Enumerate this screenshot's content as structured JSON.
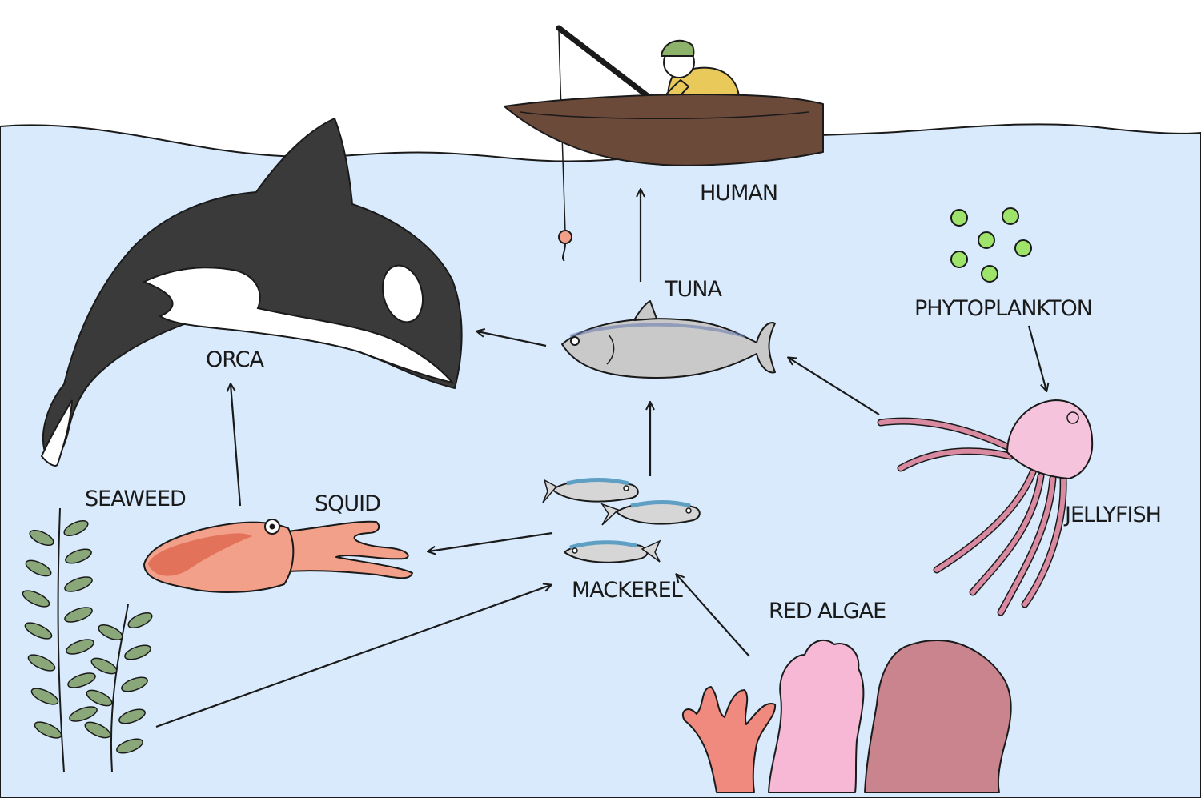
{
  "labels": {
    "human": "HUMAN",
    "tuna": "TUNA",
    "orca": "ORCA",
    "phytoplankton": "PHYTOPLANKTON",
    "seaweed": "SEAWEED",
    "squid": "SQUID",
    "mackerel": "MACKEREL",
    "jellyfish": "JELLYFISH",
    "red_algae": "RED ALGAE"
  },
  "colors": {
    "sea": "#d8eafb",
    "sky": "#ffffff",
    "outline": "#1a1a1a",
    "orca_black": "#3a3a3a",
    "boat": "#6b4a3a",
    "shirt": "#e9c95a",
    "hat": "#8db36a",
    "pants": "#5a6a9a",
    "tuna": "#c9c9c9",
    "mackerel_stripe": "#5f9fc4",
    "squid": "#f2a08a",
    "squid_dark": "#e06a52",
    "jellyfish": "#f5c4dc",
    "jelly_tentacle": "#d98aa0",
    "plankton": "#9ee36a",
    "seaweed": "#8aa77a",
    "algae_coral": "#f08a7e",
    "algae_pink": "#f7b8d6",
    "algae_mauve": "#c9848e"
  },
  "food_web": [
    {
      "from": "TUNA",
      "to": "HUMAN"
    },
    {
      "from": "TUNA",
      "to": "ORCA"
    },
    {
      "from": "SQUID",
      "to": "ORCA"
    },
    {
      "from": "MACKEREL",
      "to": "TUNA"
    },
    {
      "from": "MACKEREL",
      "to": "SQUID"
    },
    {
      "from": "JELLYFISH",
      "to": "TUNA"
    },
    {
      "from": "PHYTOPLANKTON",
      "to": "JELLYFISH"
    },
    {
      "from": "SEAWEED",
      "to": "MACKEREL"
    },
    {
      "from": "RED ALGAE",
      "to": "MACKEREL"
    }
  ]
}
